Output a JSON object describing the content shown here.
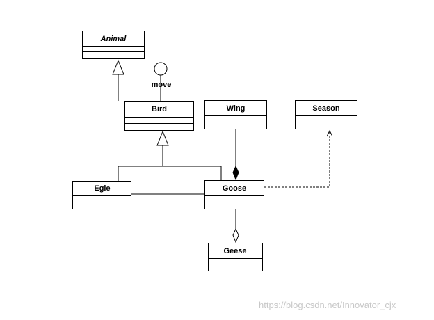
{
  "classes": {
    "animal": "Animal",
    "bird": "Bird",
    "wing": "Wing",
    "season": "Season",
    "egle": "Egle",
    "goose": "Goose",
    "geese": "Geese"
  },
  "interface_label": "move",
  "watermark": "https://blog.csdn.net/Innovator_cjx"
}
